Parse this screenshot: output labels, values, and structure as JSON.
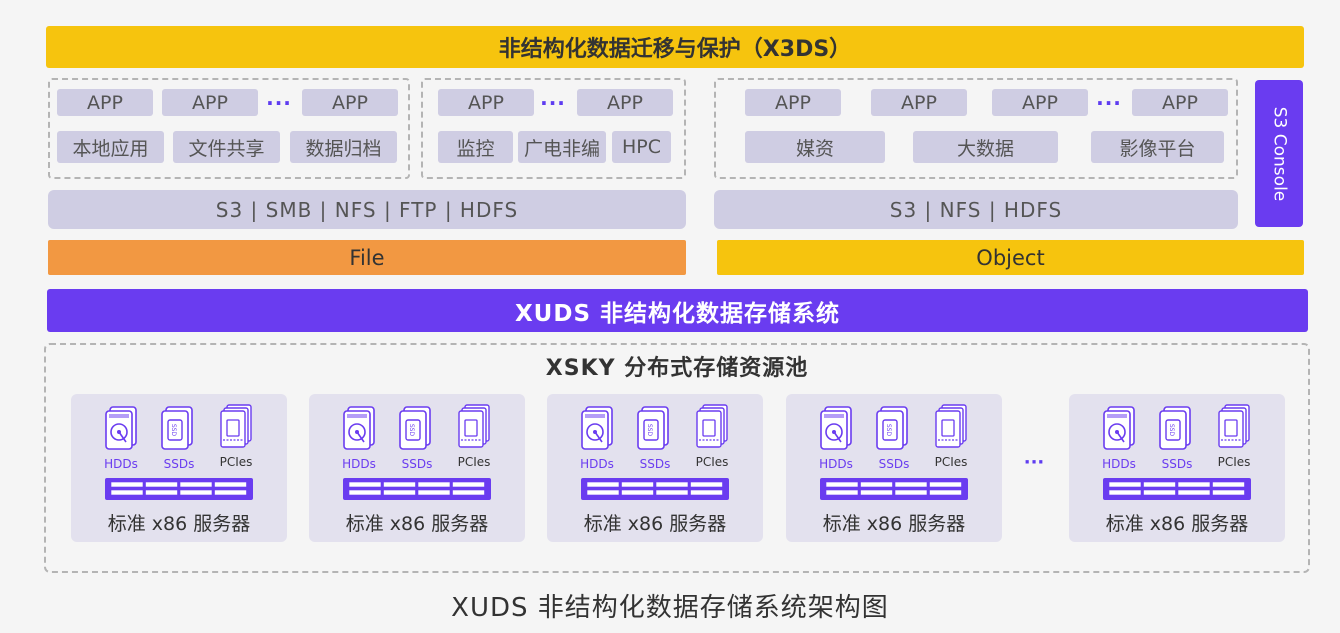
{
  "top_banner": "非结构化数据迁移与保护（X3DS）",
  "group1": {
    "apps": [
      "APP",
      "APP",
      "APP"
    ],
    "dots": "···",
    "uses": [
      "本地应用",
      "文件共享",
      "数据归档"
    ]
  },
  "group2": {
    "apps": [
      "APP",
      "APP"
    ],
    "dots": "···",
    "uses": [
      "监控",
      "广电非编",
      "HPC"
    ]
  },
  "group3": {
    "apps": [
      "APP",
      "APP",
      "APP",
      "APP"
    ],
    "dots": "···",
    "uses": [
      "媒资",
      "大数据",
      "影像平台"
    ]
  },
  "protocols_file": "S3 |  SMB | NFS  |  FTP  |  HDFS",
  "protocols_object": "S3 | NFS  |  HDFS",
  "file_label": "File",
  "object_label": "Object",
  "s3_console": "S3 Console",
  "xuds_bar": "XUDS 非结构化数据存储系统",
  "pool_title": "XSKY 分布式存储资源池",
  "servers": [
    {
      "hdd": "HDDs",
      "ssd": "SSDs",
      "pcie": "PCIes",
      "label": "标准 x86 服务器"
    },
    {
      "hdd": "HDDs",
      "ssd": "SSDs",
      "pcie": "PCIes",
      "label": "标准 x86 服务器"
    },
    {
      "hdd": "HDDs",
      "ssd": "SSDs",
      "pcie": "PCIes",
      "label": "标准 x86 服务器"
    },
    {
      "hdd": "HDDs",
      "ssd": "SSDs",
      "pcie": "PCIes",
      "label": "标准 x86 服务器"
    },
    {
      "hdd": "HDDs",
      "ssd": "SSDs",
      "pcie": "PCIes",
      "label": "标准 x86 服务器"
    }
  ],
  "pool_dots": "···",
  "caption": "XUDS 非结构化数据存储系统架构图",
  "colors": {
    "accent_purple": "#6a3cf0",
    "yellow": "#f6c40e",
    "orange": "#f29842",
    "chip": "#cfcde3"
  }
}
